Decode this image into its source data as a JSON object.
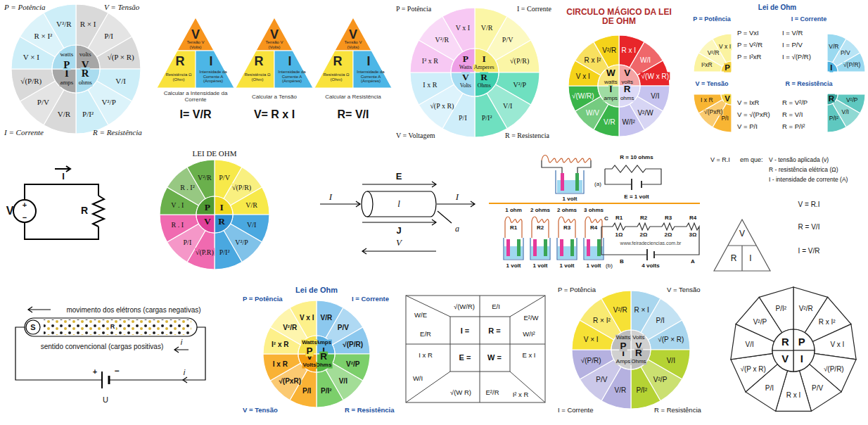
{
  "diagram": {
    "labels": [
      "P = Potência",
      "V = Tensão",
      "I = Corrente",
      "R = Resistência",
      "R × I",
      "P/I",
      "√(P × R)",
      "V/I",
      "V²/P",
      "P/I²",
      "V/R",
      "P/V",
      "√(P/R)",
      "V × I",
      "R × I²",
      "V²/R",
      "volts",
      "V",
      "R",
      "ohms",
      "I",
      "amps",
      "watts",
      "P",
      "V",
      "Tensão V (Volts)",
      "R",
      "Resistência Ω (Ohm)",
      "I",
      "Intensidade da Corrente A (Ampères)",
      "Calcular a Intensidade da Corrente",
      "I= V/R",
      "V",
      "Tensão V (Volts)",
      "R",
      "Resistência Ω (Ohm)",
      "I",
      "Intensidade da Corrente A (Ampères)",
      "Calcular a Tensão",
      "V= R x I",
      "V",
      "Tensão V (Volts)",
      "R",
      "Resistência Ω (Ohm)",
      "I",
      "Intensidade da Corrente A (Ampères)",
      "Calcular a Resistência",
      "R= V/I",
      "P = Potência",
      "I = Corrente",
      "V = Voltagem",
      "R = Resistencia",
      "V/R",
      "P/V",
      "√(P/R)",
      "V²/P",
      "V/I",
      "P/I²",
      "P/I",
      "√(P x R)",
      "I x R",
      "I² x R",
      "V²/R",
      "V x I",
      "I",
      "Amperes",
      "R",
      "Ohms",
      "V",
      "Volts",
      "P",
      "Watts",
      "CIRCULO MÁGICO DA LEI DE OHM",
      "R x I",
      "W/I",
      "√(W x R)",
      "V/I",
      "V²/W",
      "W/I²",
      "V/R",
      "W/V",
      "√(W/R)",
      "V x I",
      "R x I²",
      "V²/R",
      "V",
      "volts",
      "R",
      "ohms",
      "I",
      "amps",
      "W",
      "watts",
      "Lei de Ohm",
      "P = Potência",
      "P = VxI",
      "P = V²/R",
      "P = I²xR",
      "I²xR",
      "V²/R",
      "V x I",
      "P",
      "I = Corrente",
      "I = V/R",
      "I = P/V",
      "I = √(P/R)",
      "V/R",
      "P/V",
      "√(P/R)",
      "I",
      "V = Tensão",
      "V = IxR",
      "V = √(PxR)",
      "V = P/I",
      "P/I",
      "√(PxR)",
      "I x R",
      "V",
      "R = Resistência",
      "R = V²/P",
      "R = V/I",
      "R = P/I²",
      "V²/P",
      "V/I",
      "P/I²",
      "R",
      "V",
      "+",
      "−",
      "I",
      "R",
      "LEI DE OHM",
      "P/V",
      "√(P/R)",
      "V/R",
      "V/I",
      "V²/P",
      "P/I²",
      "√(P.R)",
      "P/I",
      "R . I",
      "V . I",
      "R . I²",
      "V²/R",
      "I",
      "R",
      "V",
      "P",
      "E",
      "I",
      "l",
      "I",
      "a",
      "J",
      "V",
      "R = 10 ohms",
      "(a)",
      "1 volt",
      "E = 1 volt",
      "1 ohm",
      "2 ohms",
      "2 ohms",
      "3 ohms",
      "R1",
      "R2",
      "R3",
      "R4",
      "1 volt",
      "1 volt",
      "1 volt",
      "1 volt",
      "(b)",
      "R1",
      "R2",
      "R3",
      "R4",
      "C",
      "1Ω",
      "2Ω",
      "2Ω",
      "3Ω",
      "www.feiradeciencias.com.br",
      "B",
      "4 volts",
      "A",
      "V = R.I",
      "em que:",
      "V - tensão aplicada (v)",
      "R - resistência elétrica (Ω)",
      "I - intensidade de corrente (A)",
      "V",
      "R",
      "I",
      "V = R.I",
      "R = V/I",
      "I = V/R",
      "movimento dos elétrons (cargas negativas)",
      "S",
      "R",
      "sentido convencional (cargas positivas)",
      "i",
      "i",
      "+",
      "−",
      "U",
      "Lei de Ohm",
      "P = Potência",
      "I = Corrente",
      "V = Tensão",
      "R = Resistência",
      "V/R",
      "P/V",
      "√(P/R)",
      "V²/P",
      "V/I",
      "P/I²",
      "P/I",
      "√(PxR)",
      "I x R",
      "I² x R",
      "V²/R",
      "V x I",
      "Amps",
      "I",
      "R",
      "Ohms",
      "V",
      "Volts",
      "Watts",
      "P",
      "W/E",
      "√(W/R)",
      "E/I",
      "E²/W",
      "E/R",
      "I =",
      "R =",
      "W/I²",
      "I x R",
      "E =",
      "W =",
      "E x I",
      "W/I",
      "√(W R)",
      "E²/R",
      "I² x R",
      "P = Potência",
      "V = Tensão",
      "I = Corrente",
      "R = Resistência",
      "R × I",
      "P/I",
      "√(P × R)",
      "V/I",
      "V²/P",
      "P/I²",
      "V/R",
      "P/V",
      "√(P/R)",
      "V × I",
      "R × I²",
      "V²/R",
      "Volts",
      "V",
      "R",
      "Ohms",
      "I",
      "Amps",
      "Watts",
      "P",
      "V²/R",
      "R x I²",
      "V x I",
      "√(P/R)",
      "P/V",
      "R x I",
      "P/I",
      "√(P x R)",
      "V/I",
      "V²/P",
      "P/I²",
      "P",
      "I",
      "V",
      "R"
    ]
  }
}
